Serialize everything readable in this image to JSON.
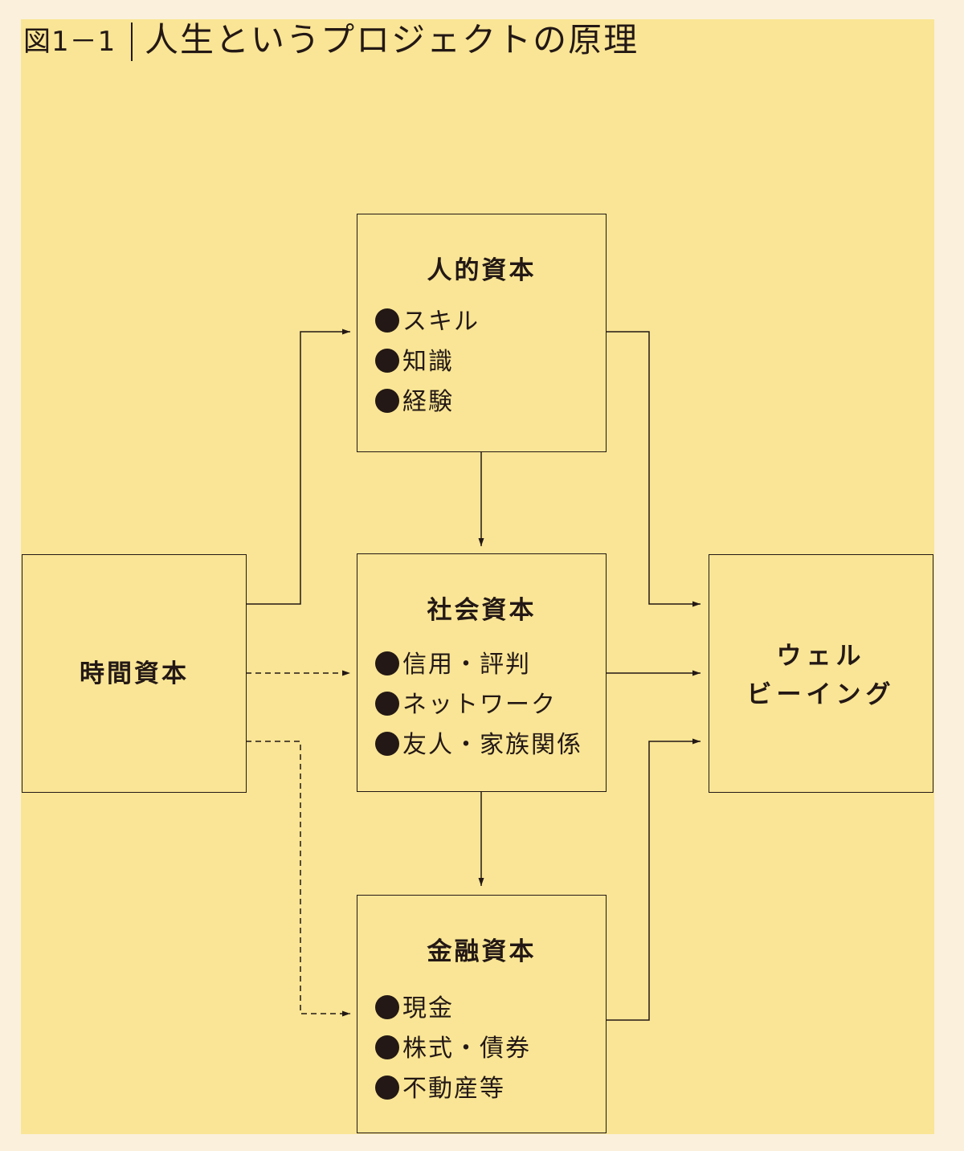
{
  "figure": {
    "label": "図1－1",
    "title": "人生というプロジェクトの原理"
  },
  "nodes": {
    "time_capital": {
      "title": "時間資本"
    },
    "human_capital": {
      "title": "人的資本",
      "items": [
        "スキル",
        "知識",
        "経験"
      ]
    },
    "social_capital": {
      "title": "社会資本",
      "items": [
        "信用・評判",
        "ネットワーク",
        "友人・家族関係"
      ]
    },
    "financial_capital": {
      "title": "金融資本",
      "items": [
        "現金",
        "株式・債券",
        "不動産等"
      ]
    },
    "wellbeing": {
      "line1": "ウェル",
      "line2": "ビーイング"
    }
  },
  "edges": [
    {
      "from": "time_capital",
      "to": "human_capital",
      "style": "solid"
    },
    {
      "from": "time_capital",
      "to": "social_capital",
      "style": "dashed"
    },
    {
      "from": "time_capital",
      "to": "financial_capital",
      "style": "dashed"
    },
    {
      "from": "human_capital",
      "to": "social_capital",
      "style": "solid"
    },
    {
      "from": "social_capital",
      "to": "financial_capital",
      "style": "solid"
    },
    {
      "from": "human_capital",
      "to": "wellbeing",
      "style": "solid"
    },
    {
      "from": "social_capital",
      "to": "wellbeing",
      "style": "solid"
    },
    {
      "from": "financial_capital",
      "to": "wellbeing",
      "style": "solid"
    }
  ],
  "colors": {
    "page_background": "#fbf0dc",
    "panel_background": "#f9e595",
    "line": "#231815"
  }
}
